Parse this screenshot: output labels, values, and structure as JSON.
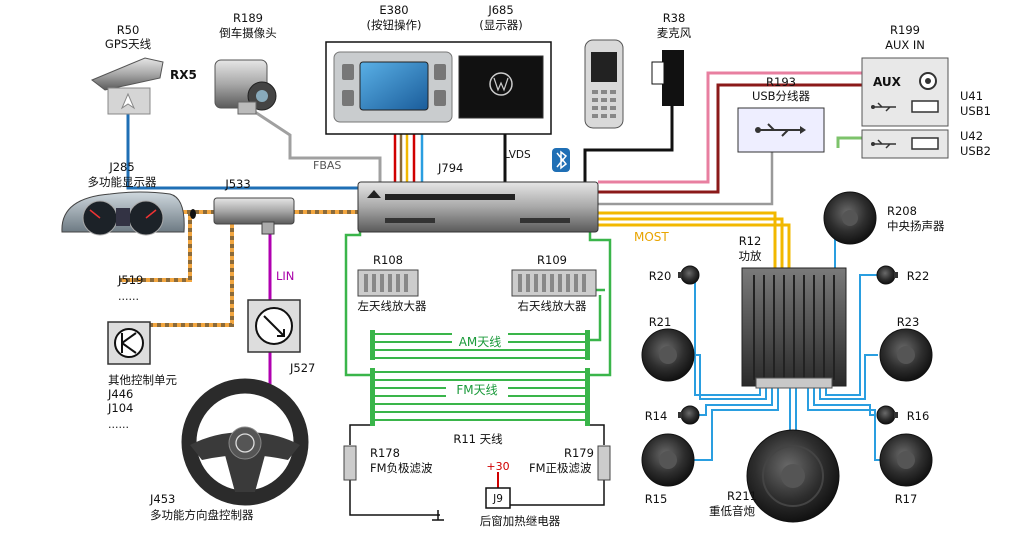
{
  "components": {
    "r50": {
      "code": "R50",
      "name": "GPS天线",
      "tag": "RX5"
    },
    "r189": {
      "code": "R189",
      "name": "倒车摄像头"
    },
    "e380": {
      "code": "E380",
      "name": "(按钮操作)"
    },
    "j685": {
      "code": "J685",
      "name": "(显示器)"
    },
    "r38": {
      "code": "R38",
      "name": "麦克风"
    },
    "r199": {
      "code": "R199",
      "name": "AUX IN",
      "aux": "AUX"
    },
    "r193": {
      "code": "R193",
      "name": "USB分线器"
    },
    "u41": {
      "code": "U41",
      "name": "USB1"
    },
    "u42": {
      "code": "U42",
      "name": "USB2"
    },
    "j285": {
      "code": "J285",
      "name": "多功能显示器"
    },
    "j533": {
      "code": "J533"
    },
    "j794": {
      "code": "J794"
    },
    "r208": {
      "code": "R208",
      "name": "中央扬声器"
    },
    "r12": {
      "code": "R12",
      "name": "功放"
    },
    "r108": {
      "code": "R108",
      "name": "左天线放大器"
    },
    "r109": {
      "code": "R109",
      "name": "右天线放大器"
    },
    "j519": {
      "code": "J519",
      "more": "……"
    },
    "others": {
      "name": "其他控制单元",
      "codes": [
        "J446",
        "J104",
        "……"
      ]
    },
    "j527": {
      "code": "J527"
    },
    "j453": {
      "code": "J453",
      "name": "多功能方向盘控制器"
    },
    "r11": {
      "code": "R11 天线",
      "am": "AM天线",
      "fm": "FM天线"
    },
    "r178": {
      "code": "R178",
      "name": "FM负极滤波"
    },
    "r179": {
      "code": "R179",
      "name": "FM正极滤波"
    },
    "j9": {
      "code": "J9",
      "name": "后窗加热继电器",
      "supply": "+30"
    },
    "r211": {
      "code": "R211",
      "name": "重低音炮"
    },
    "speakers": {
      "r20": "R20",
      "r22": "R22",
      "r21": "R21",
      "r23": "R23",
      "r14": "R14",
      "r16": "R16",
      "r15": "R15",
      "r17": "R17"
    }
  },
  "buses": {
    "fbas": "FBAS",
    "lvds": "LVDS",
    "most": "MOST",
    "lin": "LIN"
  },
  "colors": {
    "most": "#f2b800",
    "lin": "#b000b0",
    "antenna": "#3ab54a",
    "gps": "#1f6fb5",
    "fbas": "#9a9a9a",
    "usb1": "#e87fa0",
    "usb2": "#7dc36b",
    "aux": "#8b1a1a",
    "speaker": "#2a9ee0",
    "can_orange": "#f2a640",
    "can_brown": "#8a6a3a"
  }
}
